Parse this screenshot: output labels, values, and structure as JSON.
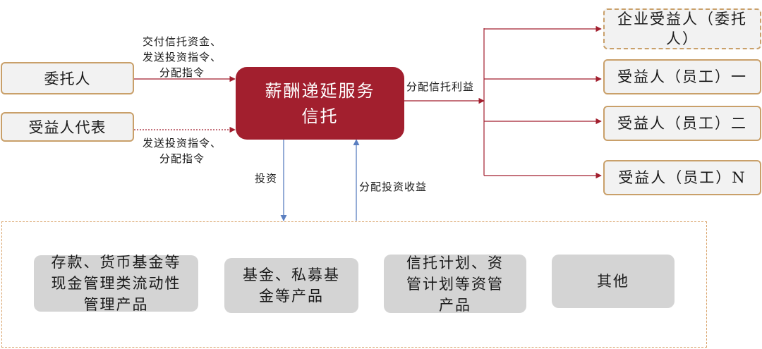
{
  "nodes": {
    "settlor": "委托人",
    "beneficiary_rep": "受益人代表",
    "trust": "薪酬递延服务\n信托",
    "enterprise_beneficiary": "企业受益人（委托\n人）",
    "beneficiary_1": "受益人（员工）一",
    "beneficiary_2": "受益人（员工）二",
    "beneficiary_n": "受益人（员工）N"
  },
  "edge_labels": {
    "settlor_to_trust": "交付信托资金、\n发送投资指令、\n分配指令",
    "rep_to_trust": "发送投资指令、\n分配指令",
    "trust_to_beneficiaries": "分配信托利益",
    "invest": "投资",
    "investment_returns": "分配投资收益"
  },
  "products": [
    "存款、货币基金等\n现金管理类流动性\n管理产品",
    "基金、私募基\n金等产品",
    "信托计划、资\n管计划等资管\n产品",
    "其他"
  ],
  "colors": {
    "trust_fill": "#a21f2e",
    "node_border": "#c9a06a",
    "node_fill": "#f2f2f2",
    "product_fill": "#d4d4d4",
    "red_arrow": "#a21f2e",
    "blue_arrow": "#5b7fc0"
  }
}
